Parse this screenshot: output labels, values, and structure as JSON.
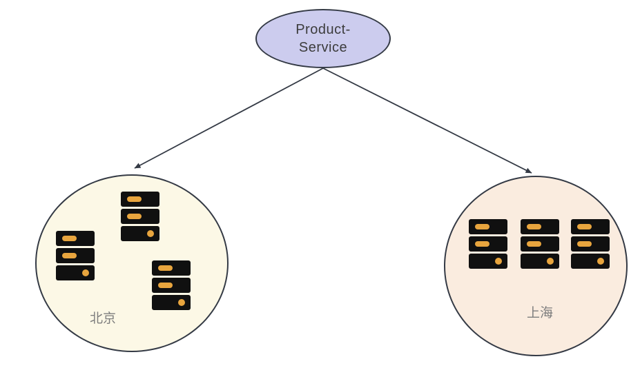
{
  "diagram": {
    "root": {
      "label": "Product-Service",
      "shape": "ellipse"
    },
    "regions": [
      {
        "id": "beijing",
        "label": "北京",
        "server_count": 3,
        "layout": "scattered"
      },
      {
        "id": "shanghai",
        "label": "上海",
        "server_count": 3,
        "layout": "row"
      }
    ],
    "connectors": [
      {
        "from": "Product-Service",
        "to": "北京",
        "arrow": "end"
      },
      {
        "from": "Product-Service",
        "to": "上海",
        "arrow": "end"
      }
    ],
    "colors": {
      "stroke": "#343a45",
      "root_fill": "#ccccee",
      "root_text": "#3c3c3c",
      "beijing_fill": "#fcf8e6",
      "shanghai_fill": "#faecdf",
      "server_body": "#101010",
      "server_accent": "#e8a53e",
      "label_gray": "#7d7d7d"
    }
  }
}
